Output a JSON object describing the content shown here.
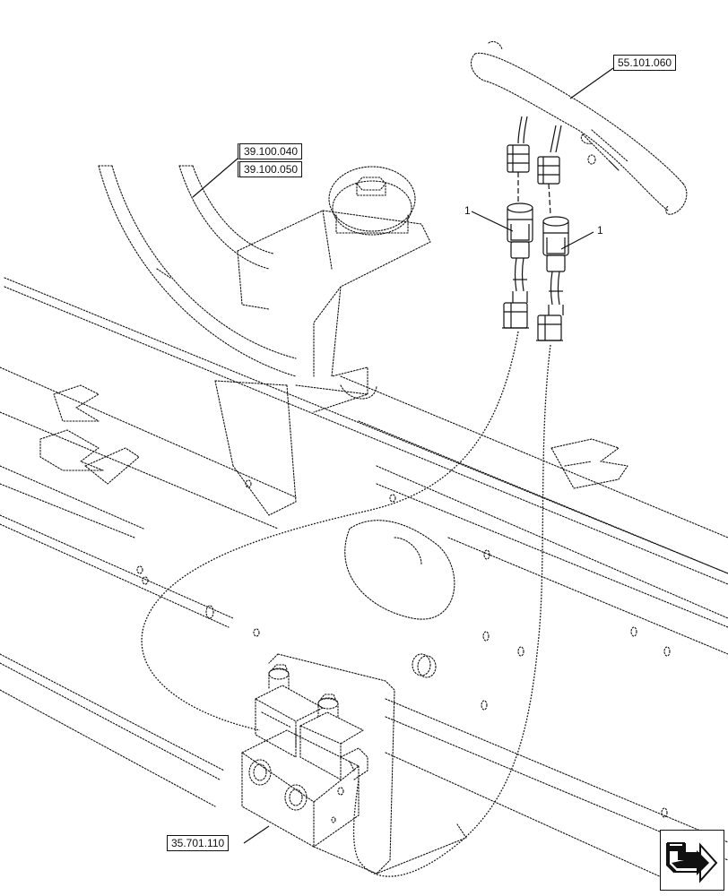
{
  "references": {
    "harness": "55.101.060",
    "frame_top": "39.100.040",
    "frame_bottom": "39.100.050",
    "valve_block": "35.701.110"
  },
  "callouts": {
    "left": "1",
    "right": "1"
  },
  "icons": {
    "navigation": "next-page-arrow-icon"
  }
}
